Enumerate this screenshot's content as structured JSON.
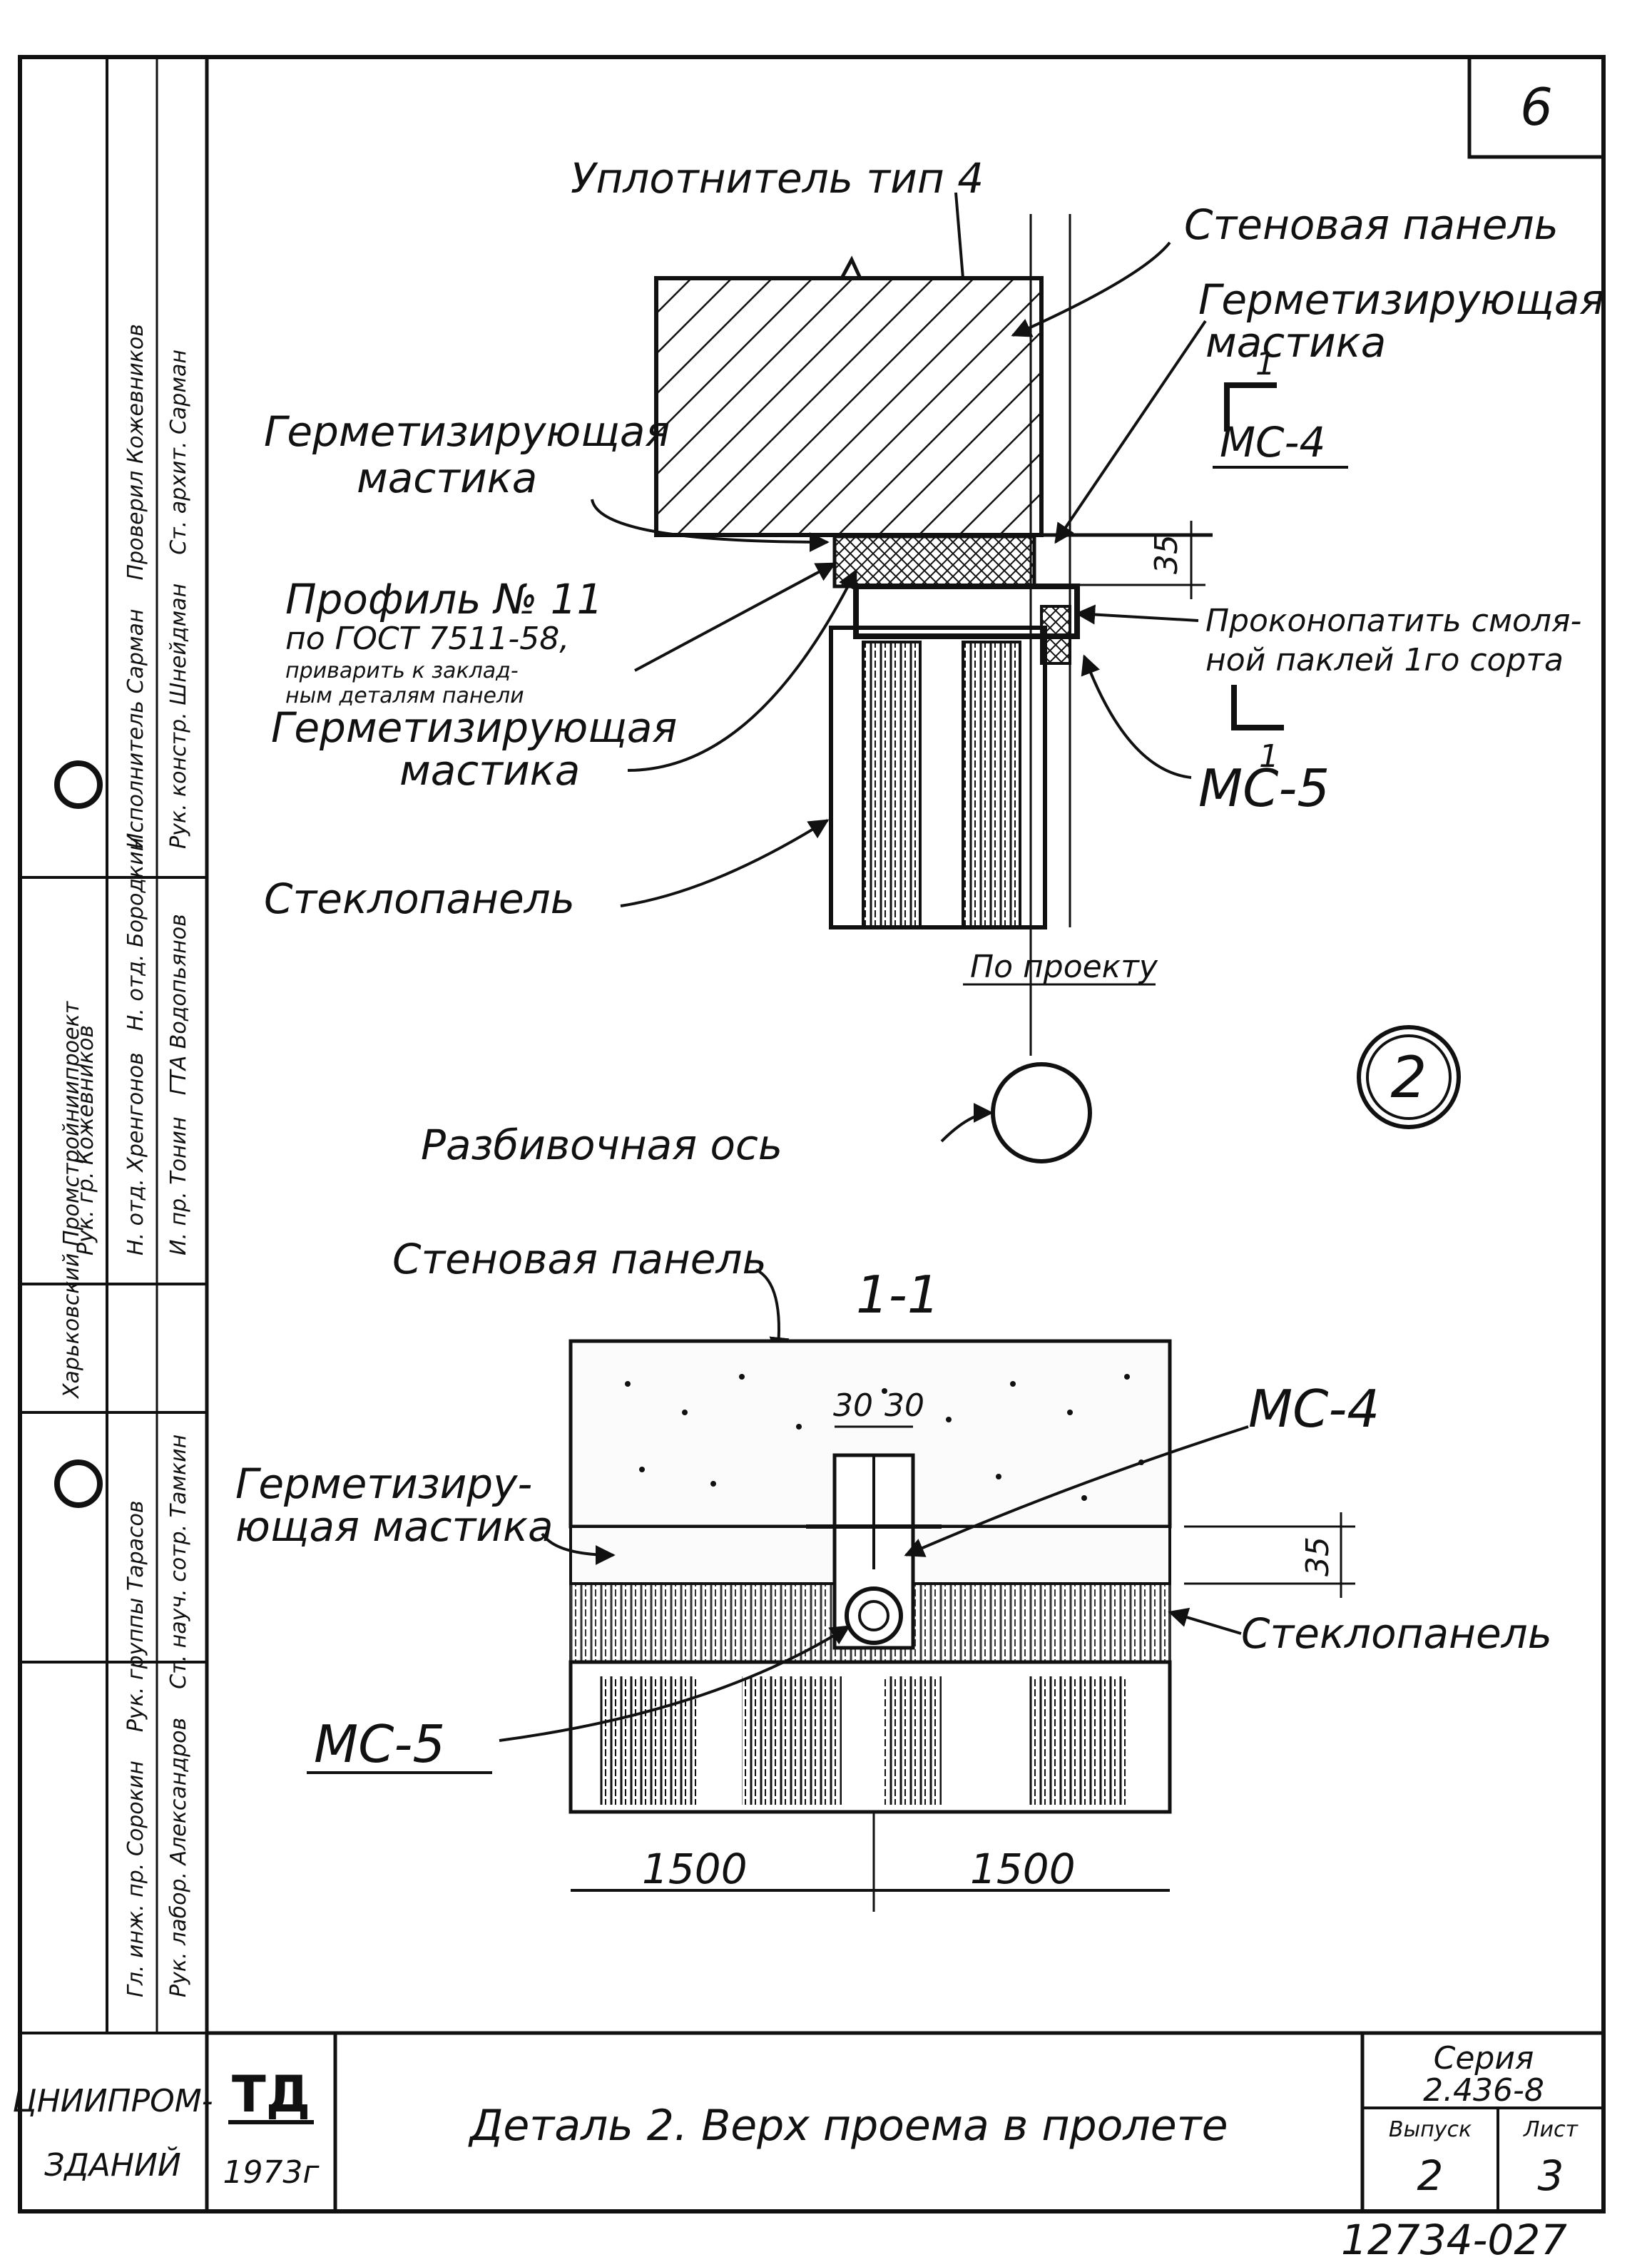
{
  "sheet": {
    "page_number": "6",
    "circle_label": "2",
    "section_label": "1-1",
    "axis_label": "Разбивочная ось",
    "bottom_code": "12734-02",
    "bottom_num": "7"
  },
  "upper": {
    "seal_type": "Уплотнитель тип 4",
    "wall_panel": "Стеновая панель",
    "sealant_right_1": "Герметизирующая",
    "sealant_right_2": "мастика",
    "sealant_left_1": "Герметизирующая",
    "sealant_left_2": "мастика",
    "ms4": "МС-4",
    "dim_35": "35",
    "caulk_1": "Проконопатить смоля-",
    "caulk_2": "ной паклей 1го сорта",
    "profile_1": "Профиль № 11",
    "profile_2": "по ГОСТ 7511-58,",
    "profile_3": "приварить к заклад-",
    "profile_4": "ным деталям панели",
    "sealant_mid_1": "Герметизирующая",
    "sealant_mid_2": "мастика",
    "cut_mark": "1",
    "ms5": "МС-5",
    "glass_panel": "Стеклопанель",
    "by_project": "По проекту"
  },
  "lower": {
    "wall_panel": "Стеновая панель",
    "sealant_1": "Герметизиру-",
    "sealant_2": "ющая мастика",
    "dim_30a": "30",
    "dim_30b": "30",
    "ms4": "МС-4",
    "dim_35": "35",
    "glass_panel": "Стеклопанель",
    "ms5": "МС-5",
    "dim_1500a": "1500",
    "dim_1500b": "1500"
  },
  "title_block": {
    "org_logo": "ТД",
    "year": "1973г",
    "title": "Деталь 2. Верх проема в пролете",
    "series_label": "Серия",
    "series_value": "2.436-8",
    "issue_label": "Выпуск",
    "issue_value": "2",
    "sheet_label": "Лист",
    "sheet_value": "3"
  },
  "side_stamp": {
    "org_1": "ЦНИИПРОМ-",
    "org_2": "ЗДАНИЙ",
    "institute": "Харьковский Промстройниипроект",
    "rows": [
      "Рук. констр.  Шнейдман",
      "Ст. архит.  Сарман",
      "Исполнитель  Сарман",
      "Проверил  Кожевников",
      "И. пр.  Тонин",
      "ГТА  Водопьянов",
      "Н. отд.  Хренгонов",
      "Н. отд.  Бородкин",
      "Рук. гр.  Кожевников",
      "Рук. лабор.  Александров",
      "Ст. науч. сотр.  Тамкин",
      "Гл. инж. пр.  Сорокин",
      "Рук. группы  Тарасов"
    ]
  }
}
